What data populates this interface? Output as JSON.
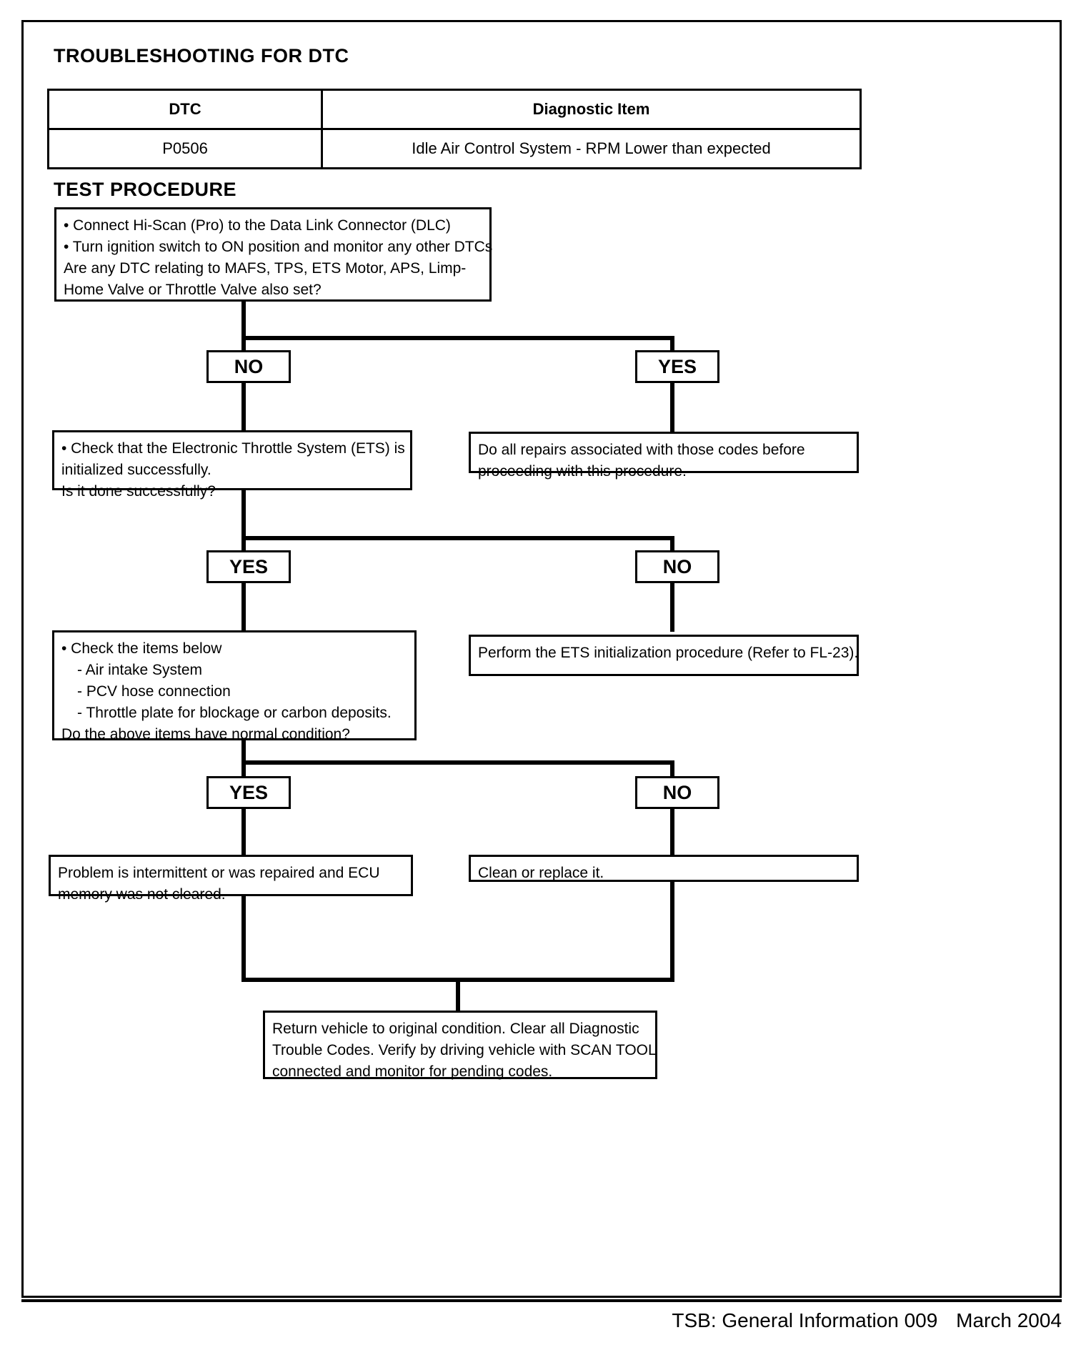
{
  "page": {
    "title": "TROUBLESHOOTING FOR DTC",
    "section_title": "TEST PROCEDURE"
  },
  "dtc_table": {
    "headers": [
      "DTC",
      "Diagnostic Item"
    ],
    "rows": [
      [
        "P0506",
        "Idle Air Control System - RPM Lower than expected"
      ]
    ]
  },
  "flowchart": {
    "step1": {
      "line1": "• Connect Hi-Scan (Pro) to the Data Link Connector (DLC)",
      "line2": "• Turn ignition switch to ON position and monitor any other DTCs",
      "line3": "Are any DTC relating to MAFS, TPS, ETS Motor, APS, Limp-",
      "line4": "Home Valve or Throttle Valve also set?"
    },
    "branch1": {
      "left": "NO",
      "right": "YES"
    },
    "step2_left": {
      "line1": "• Check that the Electronic Throttle System (ETS) is",
      "line2": "initialized successfully.",
      "line3": "Is it done successfully?"
    },
    "step2_right": {
      "line1": "Do all repairs associated with those codes before",
      "line2": "proceeding with this procedure."
    },
    "branch2": {
      "left": "YES",
      "right": "NO"
    },
    "step3_left": {
      "line1": "• Check the items below",
      "line2": "- Air intake System",
      "line3": "- PCV hose connection",
      "line4": "- Throttle plate for blockage or carbon deposits.",
      "line5": "Do the above items have normal condition?"
    },
    "step3_right": {
      "line1": "Perform the ETS initialization procedure (Refer to FL-23)."
    },
    "branch3": {
      "left": "YES",
      "right": "NO"
    },
    "step4_left": {
      "line1": "Problem is intermittent or was repaired and ECU",
      "line2": "memory was not cleared."
    },
    "step4_right": {
      "line1": "Clean or replace it."
    },
    "final": {
      "line1": "Return vehicle to original condition. Clear all Diagnostic",
      "line2": "Trouble Codes. Verify by driving vehicle with SCAN TOOL",
      "line3": "connected and monitor for pending codes."
    }
  },
  "footer": {
    "tsb": "TSB: General Information 009",
    "date": "March 2004"
  }
}
